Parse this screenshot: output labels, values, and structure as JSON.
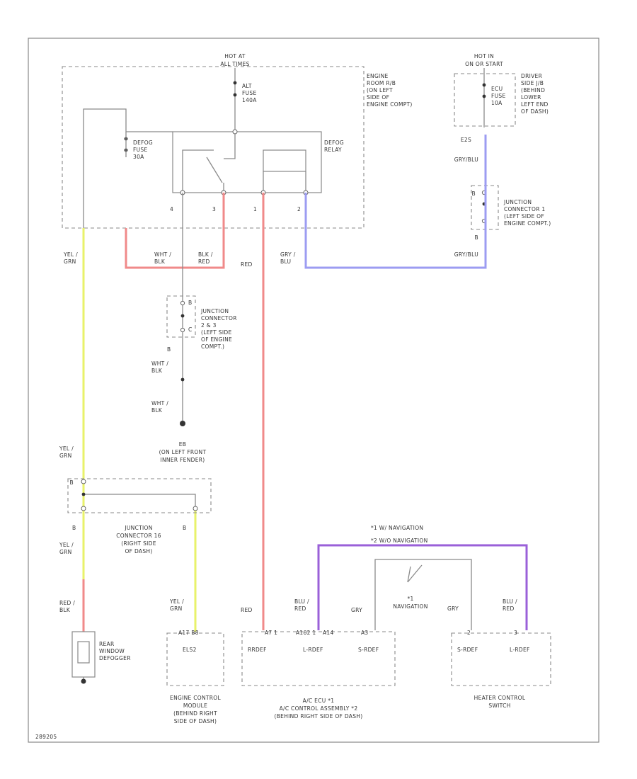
{
  "colors": {
    "yellow": "#e8f26a",
    "red": "#f08a8a",
    "blue": "#9c9cf2",
    "purple": "#9a60d8",
    "gray": "#8a8a8a"
  },
  "fuse_box": {
    "hot_at": "HOT AT",
    "hot_at_2": "ALL TIMES",
    "alt_fuse": [
      "ALT",
      "FUSE",
      "140A"
    ],
    "defog_fuse": [
      "DEFOG",
      "FUSE",
      "30A"
    ],
    "location": [
      "ENGINE",
      "ROOM R/B",
      "(ON LEFT",
      "SIDE OF",
      "ENGINE COMPT)"
    ],
    "relay_label": [
      "DEFOG",
      "RELAY"
    ],
    "pins": [
      "4",
      "3",
      "1",
      "2"
    ]
  },
  "driver_jb": {
    "hot_in": "HOT IN",
    "hot_in_2": "ON OR START",
    "fuse": [
      "ECU",
      "FUSE",
      "10A"
    ],
    "location": [
      "DRIVER",
      "SIDE J/B",
      "(BEHIND",
      "LOWER",
      "LEFT END",
      "OF DASH)"
    ]
  },
  "wires": {
    "e2s": "E2S",
    "gry_blu_1": "GRY/BLU",
    "gry_blu_2": "GRY/BLU",
    "gry_blu_stack": [
      "GRY /",
      "BLU"
    ],
    "red": "RED",
    "red_lower": "RED",
    "wht_blk": [
      "WHT /",
      "BLK"
    ],
    "blk_red": [
      "BLK /",
      "RED"
    ],
    "yel_grn_1": [
      "YEL /",
      "GRN"
    ],
    "yel_grn_2": [
      "YEL /",
      "GRN"
    ],
    "yel_grn_3": [
      "YEL /",
      "GRN"
    ],
    "yel_grn_4": [
      "YEL /",
      "GRN"
    ],
    "red_blk": [
      "RED /",
      "BLK"
    ],
    "wht_blk_2": [
      "WHT /",
      "BLK"
    ],
    "wht_blk_3": [
      "WHT /",
      "BLK"
    ],
    "blu_red_1": [
      "BLU /",
      "RED"
    ],
    "blu_red_2": [
      "BLU /",
      "RED"
    ],
    "gry_1": "GRY",
    "gry_2": "GRY"
  },
  "junction_1": [
    "JUNCTION",
    "CONNECTOR 1",
    "(LEFT SIDE OF",
    "ENGINE COMPT.)"
  ],
  "junction_1_pins": [
    "B",
    "B"
  ],
  "junction_2": [
    "JUNCTION",
    "CONNECTOR",
    "2 & 3",
    "(LEFT SIDE",
    "OF ENGINE",
    "COMPT.)"
  ],
  "junction_2_pins": [
    "B",
    "C",
    "B"
  ],
  "ground": [
    "EB",
    "(ON LEFT FRONT",
    "INNER FENDER)"
  ],
  "junction_16": [
    "JUNCTION",
    "CONNECTOR 16",
    "(RIGHT SIDE",
    "OF DASH)"
  ],
  "junction_16_pins": [
    "B",
    "B"
  ],
  "defogger": [
    "REAR",
    "WINDOW",
    "DEFOGGER"
  ],
  "ecm": {
    "label": [
      "ENGINE CONTROL",
      "MODULE",
      "(BEHIND RIGHT",
      "SIDE OF DASH)"
    ],
    "pin": "ELS2",
    "pin_num": "A17 B8"
  },
  "ac_ecu": {
    "pins": [
      "RRDEF",
      "L-RDEF",
      "S-RDEF"
    ],
    "pin_nums": [
      "A7 1",
      "A162 1",
      "A14",
      "A3"
    ],
    "label": [
      "A/C ECU  *1",
      "A/C CONTROL ASSEMBLY  *2",
      "(BEHIND RIGHT SIDE OF DASH)"
    ]
  },
  "heater": {
    "pins": [
      "S-RDEF",
      "L-RDEF"
    ],
    "pin_nums": [
      "2",
      "3"
    ],
    "label": [
      "HEATER CONTROL",
      "SWITCH"
    ]
  },
  "notes": [
    "*1 W/ NAVIGATION",
    "*2 W/O NAVIGATION"
  ],
  "nav_switch": [
    "*1",
    "NAVIGATION"
  ],
  "code": "289205"
}
